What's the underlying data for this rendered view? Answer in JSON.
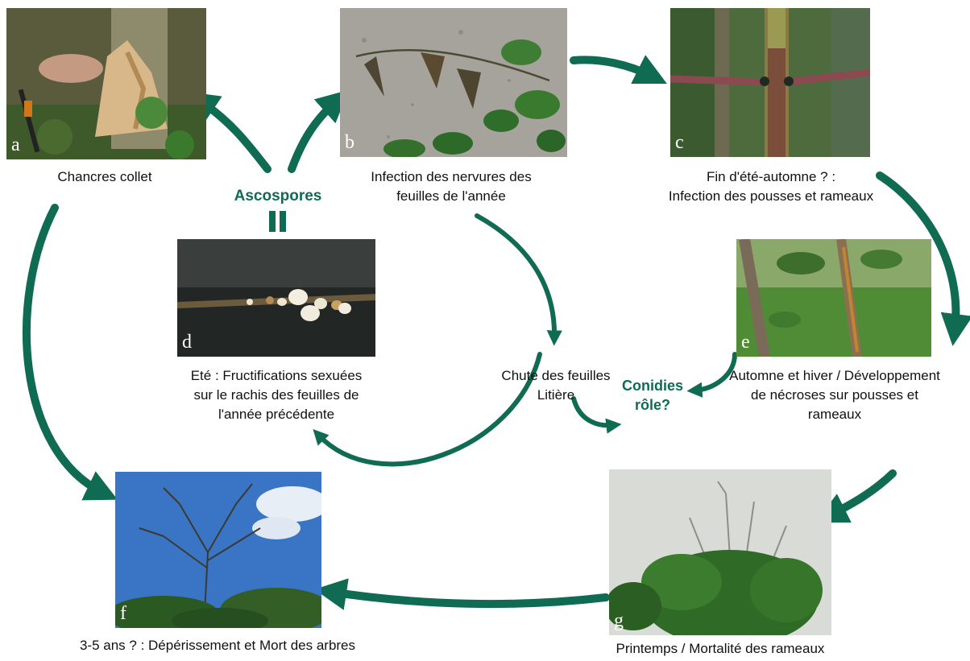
{
  "photos": {
    "a": {
      "letter": "a",
      "caption": "Chancres collet"
    },
    "b": {
      "letter": "b",
      "caption_line1": "Infection des nervures des",
      "caption_line2": "feuilles de l'année"
    },
    "c": {
      "letter": "c",
      "caption_line1": "Fin d'été-automne ? :",
      "caption_line2": "Infection des pousses et rameaux"
    },
    "d": {
      "letter": "d",
      "caption_line1": "Eté : Fructifications sexuées",
      "caption_line2": "sur le rachis des feuilles de",
      "caption_line3": "l'année précédente"
    },
    "e": {
      "letter": "e",
      "caption_line1": "Automne et hiver / Développement",
      "caption_line2": "de nécroses sur pousses et",
      "caption_line3": "rameaux"
    },
    "f": {
      "letter": "f",
      "caption": "3-5 ans ? : Dépérissement et Mort des arbres"
    },
    "g": {
      "letter": "g",
      "caption": "Printemps / Mortalité des rameaux"
    }
  },
  "labels": {
    "ascospores": "Ascospores",
    "conidies_line1": "Conidies",
    "conidies_line2": "rôle?",
    "litter_line1": "Chute des feuilles",
    "litter_line2": "Litière"
  },
  "colors": {
    "arrow": "#0f6b52"
  }
}
